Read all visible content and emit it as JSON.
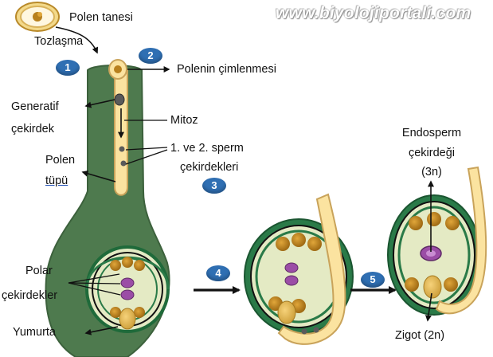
{
  "watermark": "www.biyolojiportali.com",
  "labels": {
    "polen_tanesi": "Polen tanesi",
    "tozlasma": "Tozlaşma",
    "polenin_cimlenmesi": "Polenin çimlenmesi",
    "generatif_1": "Generatif",
    "generatif_2": "çekirdek",
    "mitoz": "Mitoz",
    "sperm_1": "1. ve 2. sperm",
    "sperm_2": "çekirdekleri",
    "polen_1": "Polen",
    "polen_2": "tüpü",
    "polar_1": "Polar",
    "polar_2": "çekirdekler",
    "yumurta": "Yumurta",
    "endosperm_1": "Endosperm",
    "endosperm_2": "çekirdeği",
    "endosperm_3": "(3n)",
    "zigot": "Zigot (2n)"
  },
  "steps": [
    "1",
    "2",
    "3",
    "4",
    "5"
  ],
  "colors": {
    "pistil_green": "#4e7a4e",
    "pollen_tube_fill": "#fbe3a0",
    "pollen_tube_stroke": "#c9a35a",
    "ovule_dark": "#1f6a3a",
    "ovule_inner": "#e4eac4",
    "nucleus_orange": "#b8801d",
    "polar_purple": "#9b4da6",
    "badge_blue": "#2f6fb3"
  }
}
